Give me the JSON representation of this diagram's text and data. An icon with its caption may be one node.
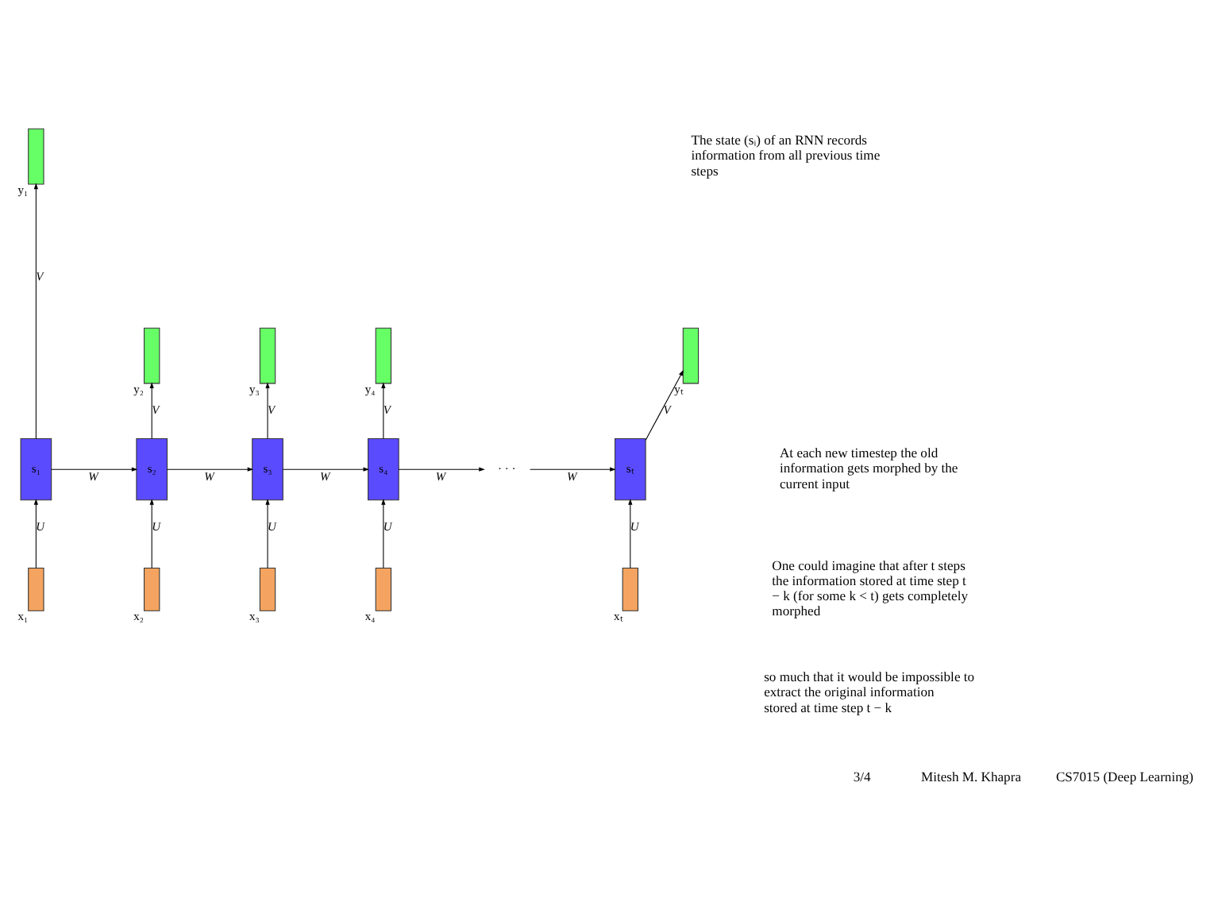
{
  "diagram": {
    "nodes": [
      {
        "text": [],
        "shape": "box",
        "beside": [
          "y₁"
        ]
      },
      {
        "text": [],
        "shape": "box",
        "beside": [
          "y₂"
        ]
      },
      {
        "text": [],
        "shape": "box",
        "beside": [
          "y₃"
        ]
      },
      {
        "text": [],
        "shape": "box",
        "beside": [
          "y₄"
        ]
      },
      {
        "text": [],
        "shape": "box",
        "beside": [
          "yₜ"
        ]
      },
      {
        "text": [
          "s₁"
        ]
      },
      {
        "text": [
          "s₂"
        ]
      },
      {
        "text": [
          "s₃"
        ]
      },
      {
        "text": [
          "s₄"
        ]
      },
      {
        "text": [
          "· · ·"
        ]
      },
      {
        "text": [
          "sₜ"
        ]
      },
      {
        "text": [],
        "shape": "box",
        "beside": [
          "x₁"
        ]
      },
      {
        "text": [],
        "shape": "box",
        "beside": [
          "x₂"
        ]
      },
      {
        "text": [],
        "shape": "box",
        "beside": [
          "x₃"
        ]
      },
      {
        "text": [],
        "shape": "box",
        "beside": [
          "x₄"
        ]
      },
      {
        "text": [],
        "shape": "box",
        "beside": [
          "xₜ"
        ]
      }
    ],
    "edges": [
      {
        "from": 11,
        "to": 5,
        "arrow": "to",
        "label": "U"
      },
      {
        "from": 12,
        "to": 6,
        "arrow": "to",
        "label": "U"
      },
      {
        "from": 13,
        "to": 7,
        "arrow": "to",
        "label": "U"
      },
      {
        "from": 14,
        "to": 8,
        "arrow": "to",
        "label": "U"
      },
      {
        "from": 15,
        "to": 10,
        "arrow": "to",
        "label": "U"
      },
      {
        "from": 5,
        "to": 0,
        "arrow": "to",
        "label": "V"
      },
      {
        "from": 6,
        "to": 1,
        "arrow": "to",
        "label": "V"
      },
      {
        "from": 7,
        "to": 2,
        "arrow": "to",
        "label": "V"
      },
      {
        "from": 8,
        "to": 3,
        "arrow": "to",
        "label": "V"
      },
      {
        "from": 10,
        "to": 4,
        "arrow": "to",
        "label": "V"
      },
      {
        "from": 5,
        "to": 6,
        "arrow": "to",
        "label": "W"
      },
      {
        "from": 6,
        "to": 7,
        "arrow": "to",
        "label": "W"
      },
      {
        "from": 7,
        "to": 8,
        "arrow": "to",
        "label": "W"
      },
      {
        "from": 8,
        "to": 9,
        "arrow": "to",
        "label": "W"
      },
      {
        "from": 9,
        "to": 10,
        "arrow": "to",
        "label": "W"
      }
    ],
    "labels": [
      "The state (sᵢ) of an RNN records information from all previous time steps",
      "At each new timestep the old information gets morphed by the current input",
      "One could imagine that after t steps the information stored at time step t − k (for some k < t) gets completely morphed",
      "so much that it would be impossible to extract the original information stored at time step t − k",
      "3/4",
      "Mitesh M. Khapra",
      "CS7015 (Deep Learning)"
    ]
  }
}
